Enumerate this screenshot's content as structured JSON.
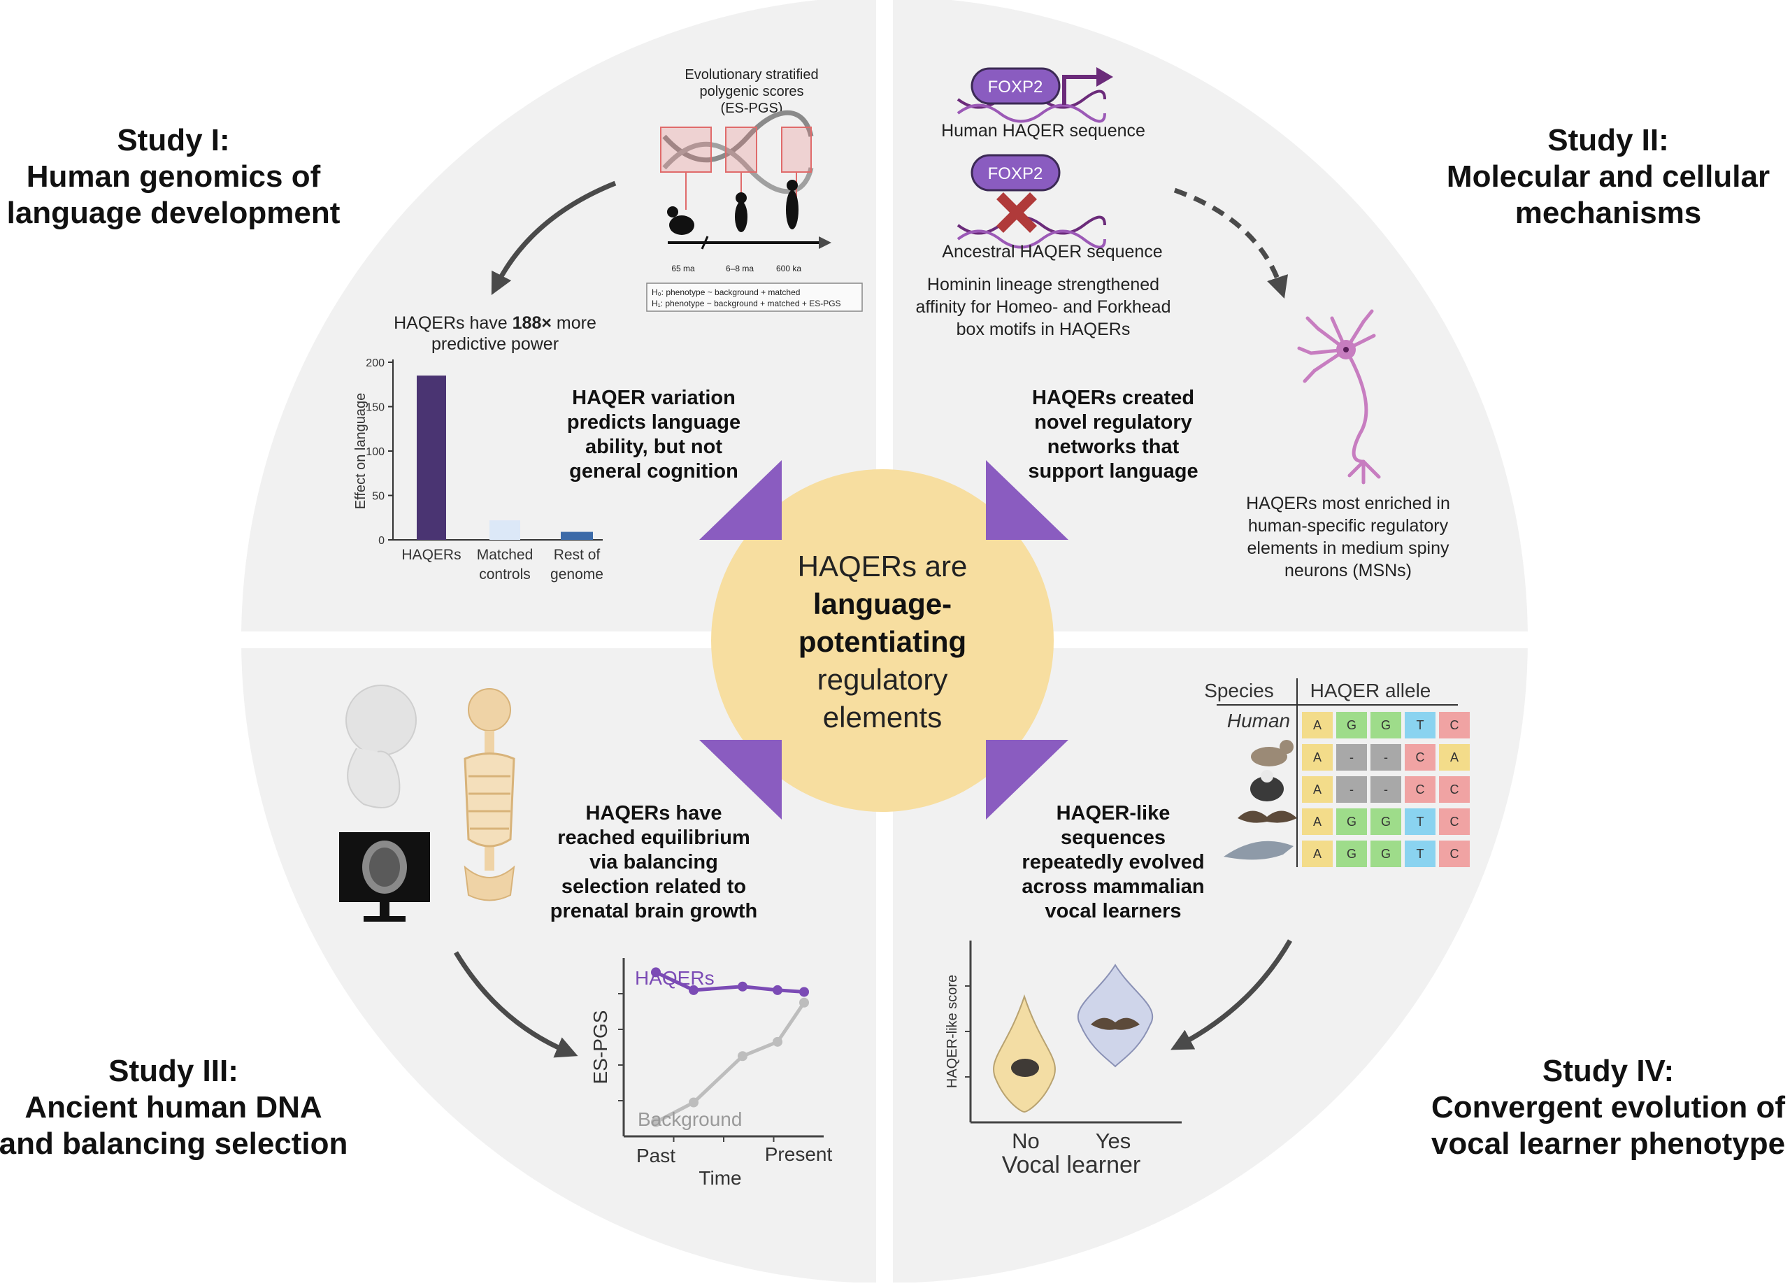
{
  "center": {
    "line1": "HAQERs are",
    "line2": "language-",
    "line3": "potentiating",
    "line4": "regulatory",
    "line5": "elements"
  },
  "study1": {
    "title": [
      "Study I:",
      "Human genomics of",
      "language development"
    ],
    "claim": [
      "HAQER variation",
      "predicts language",
      "ability, but not",
      "general cognition"
    ],
    "esPgs": [
      "Evolutionary stratified",
      "polygenic scores",
      "(ES-PGS)"
    ],
    "timeline": [
      "65 ma",
      "6–8 ma",
      "600 ka"
    ],
    "h0": "H₀: phenotype ~ background + matched",
    "h1": "H₁: phenotype ~ background + matched + ES-PGS",
    "power_pre": "HAQERs have ",
    "power_bold": "188×",
    "power_post": " more",
    "power_line2": "predictive power"
  },
  "study2": {
    "title": [
      "Study II:",
      "Molecular and cellular",
      "mechanisms"
    ],
    "claim": [
      "HAQERs created",
      "novel regulatory",
      "networks that",
      "support language"
    ],
    "tf": "FOXP2",
    "human_seq": "Human HAQER sequence",
    "ancestral_seq": "Ancestral HAQER sequence",
    "affinity": [
      "Hominin lineage strengthened",
      "affinity for Homeo- and Forkhead",
      "box motifs in HAQERs"
    ],
    "msn": [
      "HAQERs most enriched in",
      "human-specific regulatory",
      "elements in medium spiny",
      "neurons (MSNs)"
    ]
  },
  "study3": {
    "title": [
      "Study III:",
      "Ancient human DNA",
      "and balancing selection"
    ],
    "claim": [
      "HAQERs have",
      "reached equilibrium",
      "via balancing",
      "selection related to",
      "prenatal brain growth"
    ]
  },
  "study4": {
    "title": [
      "Study IV:",
      "Convergent evolution of",
      "vocal learner phenotype"
    ],
    "claim": [
      "HAQER-like",
      "sequences",
      "repeatedly evolved",
      "across mammalian",
      "vocal learners"
    ],
    "table_header_species": "Species",
    "table_header_allele": "HAQER allele",
    "human_label": "Human",
    "alleles": [
      [
        "A",
        "G",
        "G",
        "T",
        "C"
      ],
      [
        "A",
        "-",
        "-",
        "C",
        "A"
      ],
      [
        "A",
        "-",
        "-",
        "C",
        "C"
      ],
      [
        "A",
        "G",
        "G",
        "T",
        "C"
      ],
      [
        "A",
        "G",
        "G",
        "T",
        "C"
      ]
    ]
  },
  "chart_data": [
    {
      "type": "bar",
      "categories": [
        "HAQERs",
        "Matched controls",
        "Rest of genome"
      ],
      "values": [
        185,
        22,
        9
      ],
      "ylabel": "Effect on language",
      "ylim": [
        0,
        200
      ],
      "yticks": [
        0,
        50,
        100,
        150,
        200
      ],
      "colors": [
        "#4a3472",
        "#dce8f7",
        "#3c6aa8"
      ]
    },
    {
      "type": "line",
      "ylabel": "ES-PGS",
      "xlabel": "Time",
      "xticks": [
        "Past",
        "Present"
      ],
      "series": [
        {
          "name": "HAQERs",
          "color": "#7b4bb5",
          "x": [
            0,
            1,
            2,
            3,
            4
          ],
          "y": [
            0.92,
            0.82,
            0.84,
            0.82,
            0.81
          ]
        },
        {
          "name": "Background",
          "color": "#bdbdbd",
          "x": [
            0,
            1,
            2,
            3,
            4
          ],
          "y": [
            0.08,
            0.19,
            0.45,
            0.53,
            0.75
          ]
        }
      ]
    },
    {
      "type": "violin",
      "ylabel": "HAQER-like score",
      "xlabel": "Vocal learner",
      "categories": [
        "No",
        "Yes"
      ]
    }
  ],
  "colors": {
    "ring": "#f2f2f2",
    "center": "#f7dea0",
    "triangle": "#8a5cc0",
    "arrow": "#4a4a4a"
  }
}
